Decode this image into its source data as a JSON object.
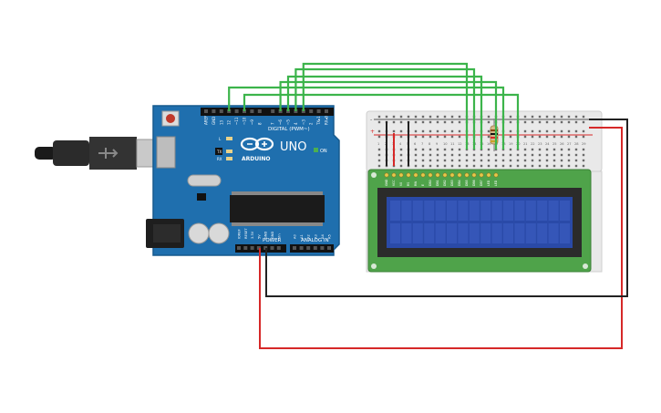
{
  "arduino": {
    "brand_text": "UNO",
    "logo_text": "ARDUINO",
    "on_label": "ON",
    "digital_label": "DIGITAL (PWM~)",
    "power_label": "POWER",
    "analog_label": "ANALOG IN",
    "led_labels": [
      "L",
      "TX",
      "RX"
    ],
    "digital_pin_labels": [
      "AREF",
      "GND",
      "13",
      "12",
      "~11",
      "~10",
      "~9",
      "8",
      "7",
      "~6",
      "~5",
      "4",
      "~3",
      "2",
      "TX▸1",
      "RX◂0"
    ],
    "power_pin_labels": [
      "IOREF",
      "RESET",
      "3.3V",
      "5V",
      "GND",
      "GND",
      "Vin"
    ],
    "analog_pin_labels": [
      "A0",
      "A1",
      "A2",
      "A3",
      "A4",
      "A5"
    ]
  },
  "breadboard": {
    "column_numbers": [
      "1",
      "2",
      "3",
      "4",
      "5",
      "6",
      "7",
      "8",
      "9",
      "10",
      "11",
      "12",
      "13",
      "14",
      "15",
      "16",
      "17",
      "18",
      "19",
      "20",
      "21",
      "22",
      "23",
      "24",
      "25",
      "26",
      "27",
      "28",
      "29",
      "30"
    ],
    "rail_signs": [
      "-",
      "+"
    ]
  },
  "lcd": {
    "pin_labels": [
      "GND",
      "VCC",
      "V0",
      "RS",
      "RW",
      "E",
      "DB0",
      "DB1",
      "DB2",
      "DB3",
      "DB4",
      "DB5",
      "DB6",
      "DB7",
      "LED",
      "LED"
    ]
  },
  "wires": {
    "signal_color": "#3cb44b",
    "power_color": "#d62828",
    "ground_color": "#222222"
  },
  "colors": {
    "board_blue": "#1f6fae",
    "lcd_pcb": "#4fa34a",
    "lcd_screen": "#2a4aa8",
    "breadboard": "#e9e9e9"
  }
}
